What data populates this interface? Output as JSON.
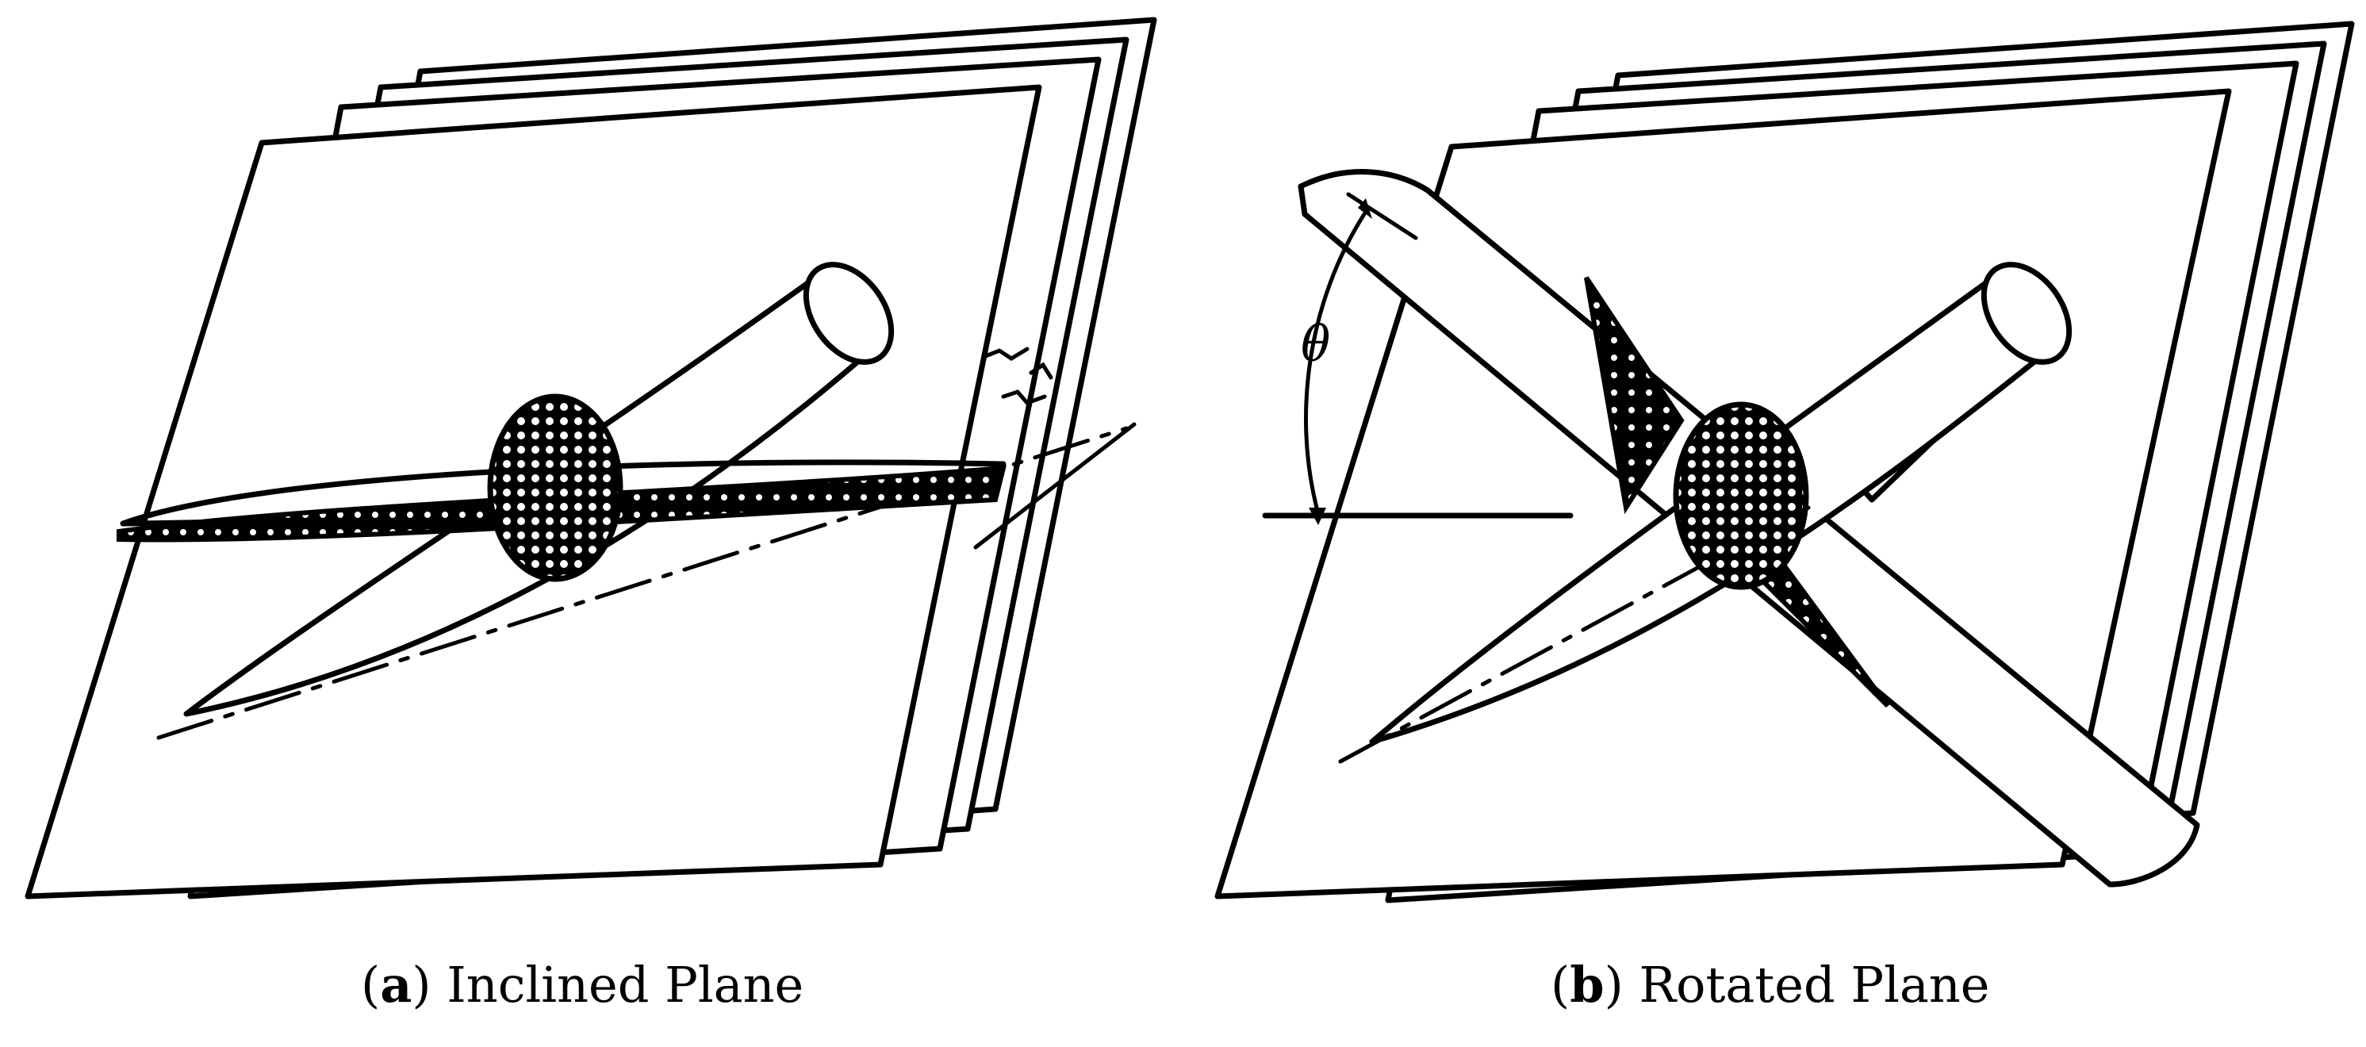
{
  "captions": {
    "a": {
      "letter": "a",
      "text": "Inclined Plane"
    },
    "b": {
      "letter": "b",
      "text": "Rotated Plane"
    }
  },
  "labels": {
    "angle": "θ"
  },
  "colors": {
    "ink": "#000000",
    "paper": "#ffffff"
  }
}
